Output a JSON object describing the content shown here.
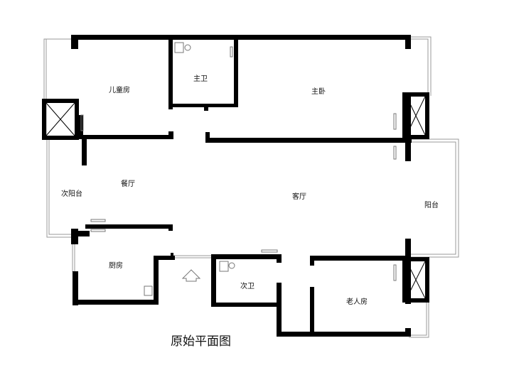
{
  "plan_title": "原始平面图",
  "rooms": {
    "children_room": "儿童房",
    "master_bath": "主卫",
    "master_bedroom": "主卧",
    "dining_room": "餐厅",
    "secondary_balcony": "次阳台",
    "living_room": "客厅",
    "balcony": "阳台",
    "kitchen": "厨房",
    "secondary_bath": "次卫",
    "elderly_room": "老人房"
  },
  "colors": {
    "wall": "#000000",
    "thin_line": "#999999",
    "background": "#ffffff"
  }
}
